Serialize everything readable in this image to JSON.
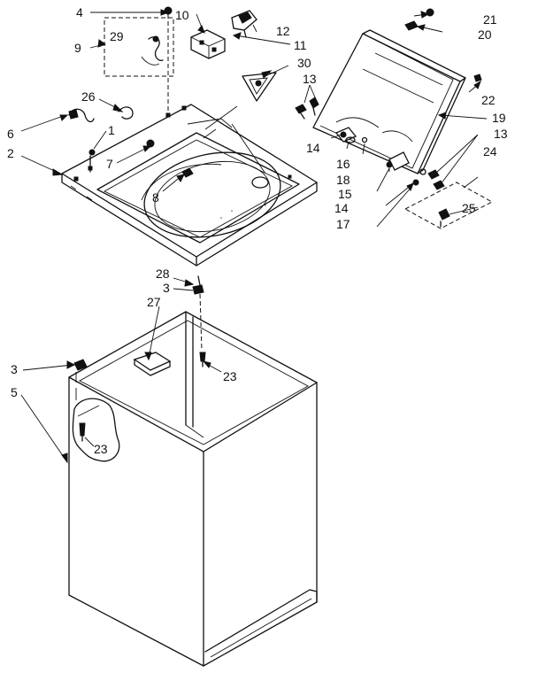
{
  "callouts": {
    "c1": "1",
    "c2": "2",
    "c3a": "3",
    "c3b": "3",
    "c4": "4",
    "c5": "5",
    "c6": "6",
    "c7": "7",
    "c8": "8",
    "c9": "9",
    "c10": "10",
    "c11": "11",
    "c12": "12",
    "c13a": "13",
    "c13b": "13",
    "c14a": "14",
    "c14b": "14",
    "c15": "15",
    "c16": "16",
    "c17": "17",
    "c18": "18",
    "c19": "19",
    "c20": "20",
    "c21": "21",
    "c22": "22",
    "c23a": "23",
    "c23b": "23",
    "c24": "24",
    "c25": "25",
    "c26": "26",
    "c27": "27",
    "c28": "28",
    "c29": "29",
    "c30": "30"
  }
}
